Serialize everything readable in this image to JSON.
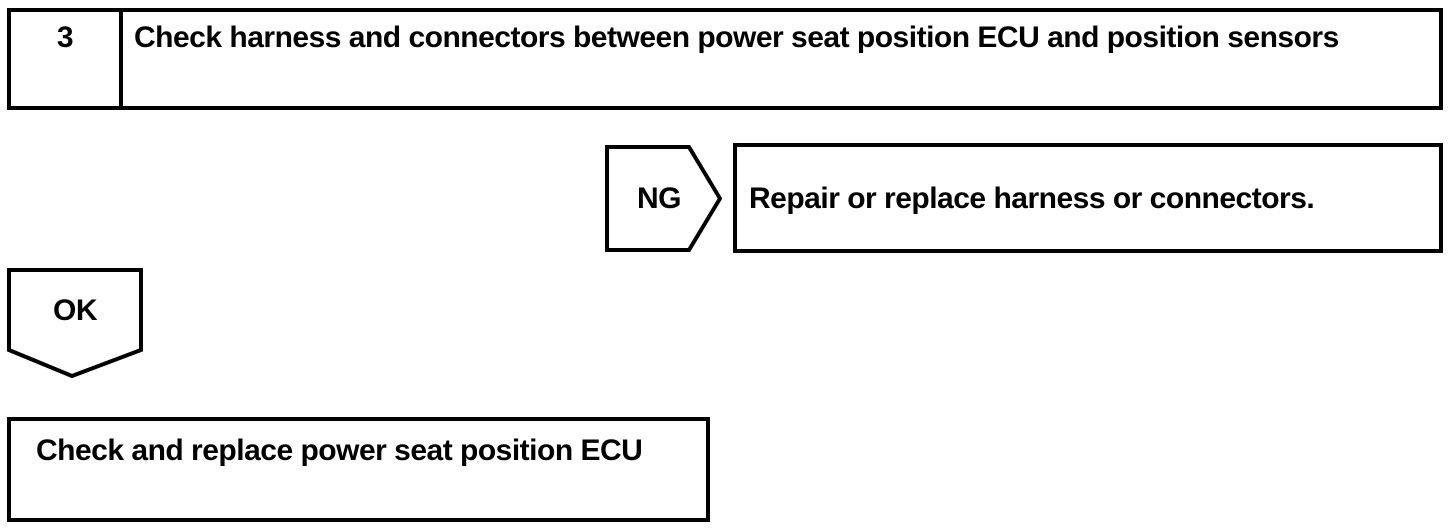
{
  "page": {
    "background_color": "#ffffff",
    "line_color": "#000000"
  },
  "flowchart": {
    "step": {
      "number": "3",
      "title": "Check harness and connectors between power seat position ECU and position sensors"
    },
    "ng_branch": {
      "connector_label": "NG",
      "action": "Repair or replace harness or connectors."
    },
    "ok_branch": {
      "connector_label": "OK",
      "action": "Check and replace power seat position ECU"
    }
  }
}
